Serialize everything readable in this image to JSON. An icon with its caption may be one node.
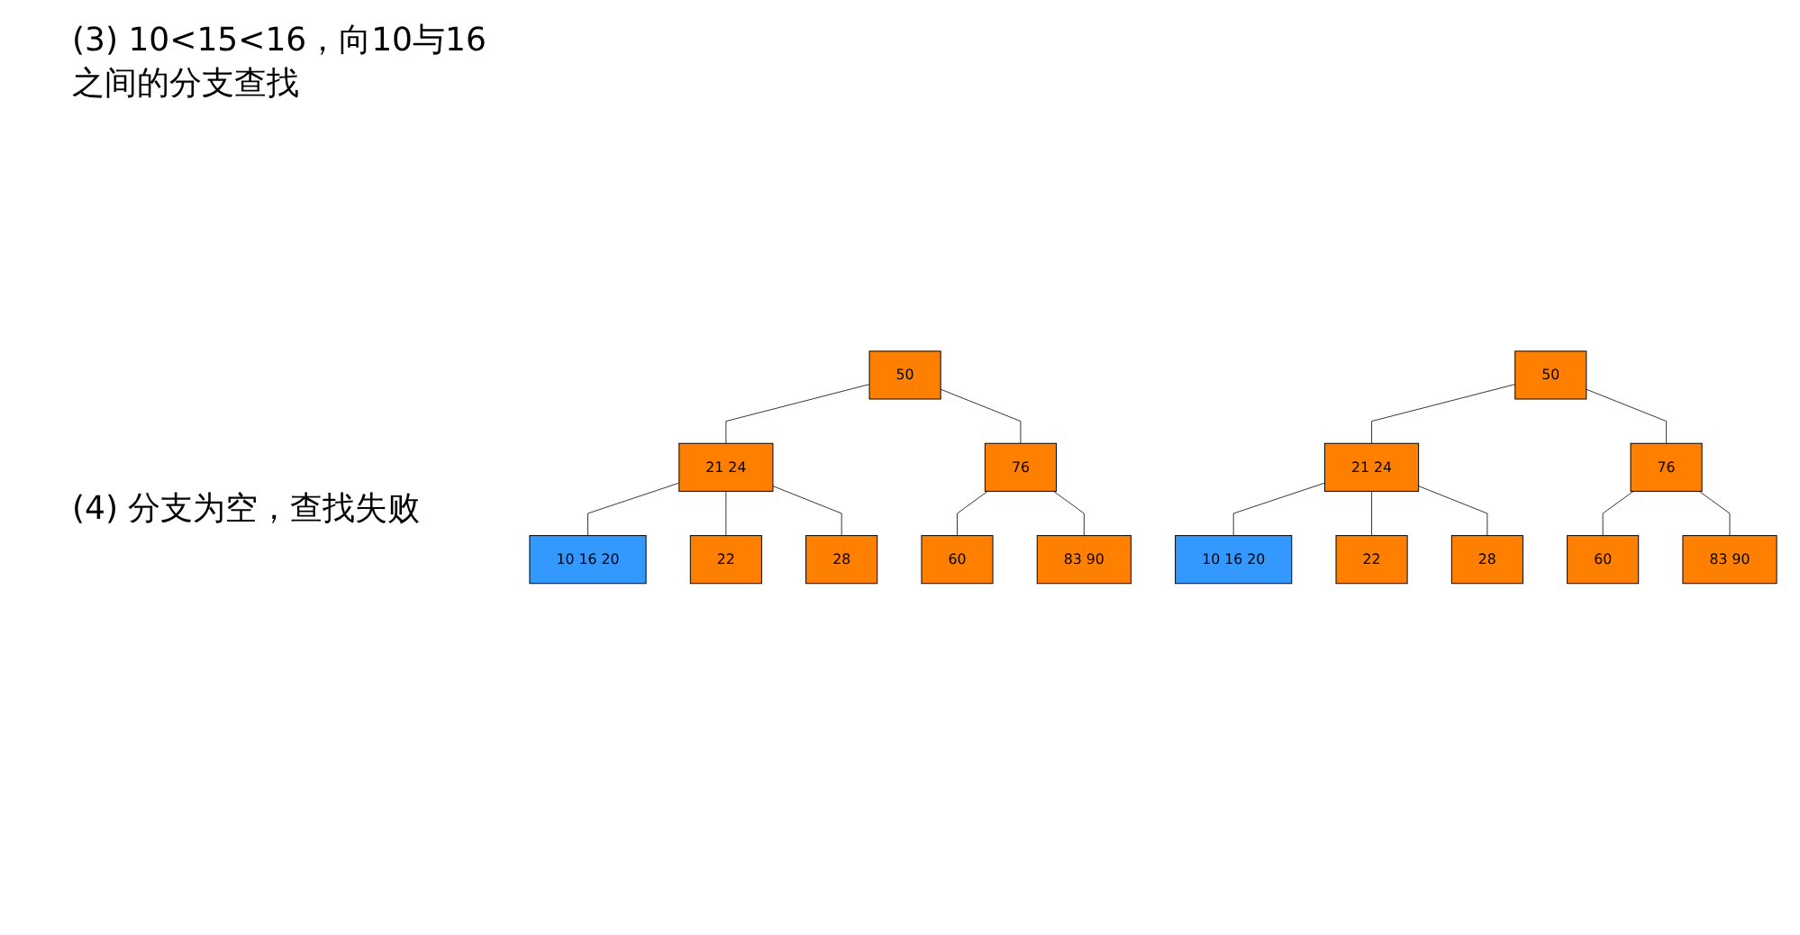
{
  "diagram": {
    "nodes": [
      {
        "text": [
          "50"
        ]
      },
      {
        "text": [
          "21 24"
        ]
      },
      {
        "text": [
          "76"
        ]
      },
      {
        "text": [
          "10 16 20"
        ]
      },
      {
        "text": [
          "22"
        ]
      },
      {
        "text": [
          "28"
        ]
      },
      {
        "text": [
          "60"
        ]
      },
      {
        "text": [
          "83 90"
        ]
      },
      {
        "text": [
          "50"
        ]
      },
      {
        "text": [
          "21 24"
        ]
      },
      {
        "text": [
          "76"
        ]
      },
      {
        "text": [
          "10 16 20"
        ]
      },
      {
        "text": [
          "22"
        ]
      },
      {
        "text": [
          "28"
        ]
      },
      {
        "text": [
          "60"
        ]
      },
      {
        "text": [
          "83 90"
        ]
      }
    ],
    "edges": [
      {
        "from": 0,
        "to": 1,
        "arrow": "none"
      },
      {
        "from": 0,
        "to": 2,
        "arrow": "none"
      },
      {
        "from": 1,
        "to": 3,
        "arrow": "none"
      },
      {
        "from": 1,
        "to": 4,
        "arrow": "none"
      },
      {
        "from": 1,
        "to": 5,
        "arrow": "none"
      },
      {
        "from": 2,
        "to": 6,
        "arrow": "none"
      },
      {
        "from": 2,
        "to": 7,
        "arrow": "none"
      },
      {
        "from": 8,
        "to": 9,
        "arrow": "none"
      },
      {
        "from": 8,
        "to": 10,
        "arrow": "none"
      },
      {
        "from": 9,
        "to": 11,
        "arrow": "none"
      },
      {
        "from": 9,
        "to": 12,
        "arrow": "none"
      },
      {
        "from": 9,
        "to": 13,
        "arrow": "none"
      },
      {
        "from": 10,
        "to": 14,
        "arrow": "none"
      },
      {
        "from": 10,
        "to": 15,
        "arrow": "none"
      }
    ],
    "labels": [
      "(3) 10<15<16，向10与16之间的分支查找",
      "(4) 分支为空，查找失败"
    ]
  }
}
